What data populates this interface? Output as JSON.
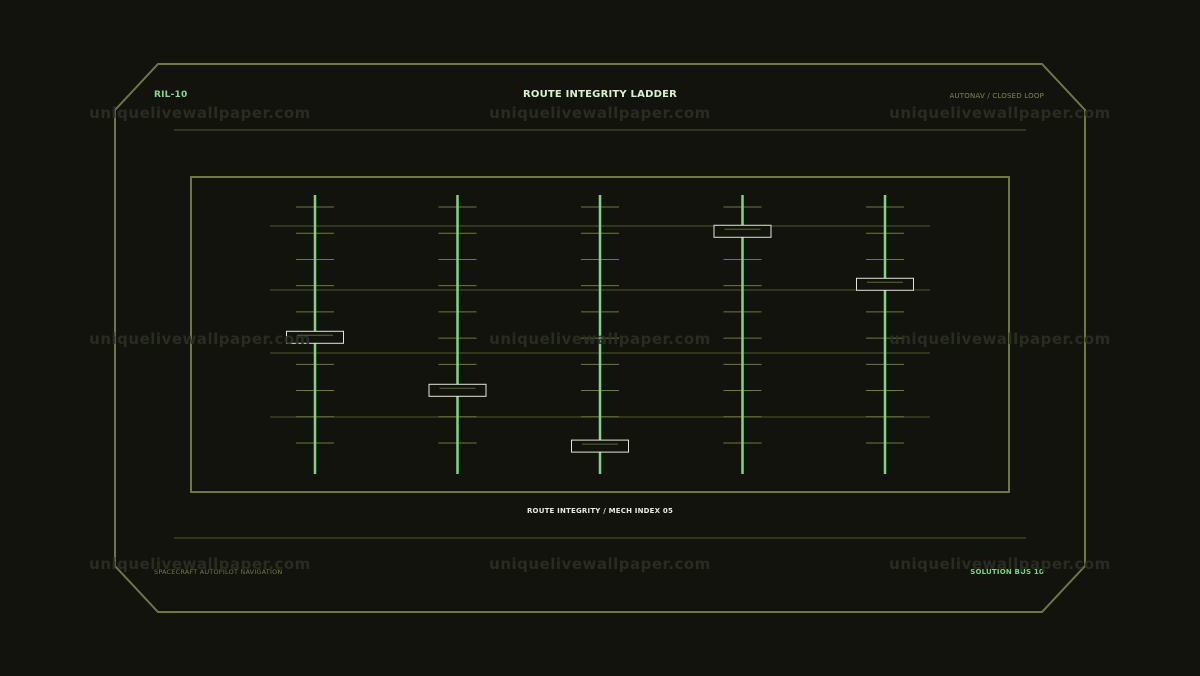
{
  "header": {
    "code": "RIL-10",
    "title": "ROUTE INTEGRITY LADDER",
    "mode": "AUTONAV / CLOSED LOOP"
  },
  "panel": {
    "caption": "ROUTE INTEGRITY / MECH INDEX 05",
    "ladders": [
      {
        "marker_level": 0.49
      },
      {
        "marker_level": 0.3
      },
      {
        "marker_level": 0.1
      },
      {
        "marker_level": 0.87
      },
      {
        "marker_level": 0.68
      }
    ]
  },
  "footer": {
    "left": "SPACECRAFT AUTOPILOT NAVIGATION",
    "right": "SOLUTION BUS 10"
  },
  "watermark": "uniquelivewallpaper.com",
  "colors": {
    "background": "#12130d",
    "frame": "#6e7a3c",
    "rail": "#7fd67f",
    "tick": "#6e7a3c",
    "marker": "#dfe8d6"
  }
}
